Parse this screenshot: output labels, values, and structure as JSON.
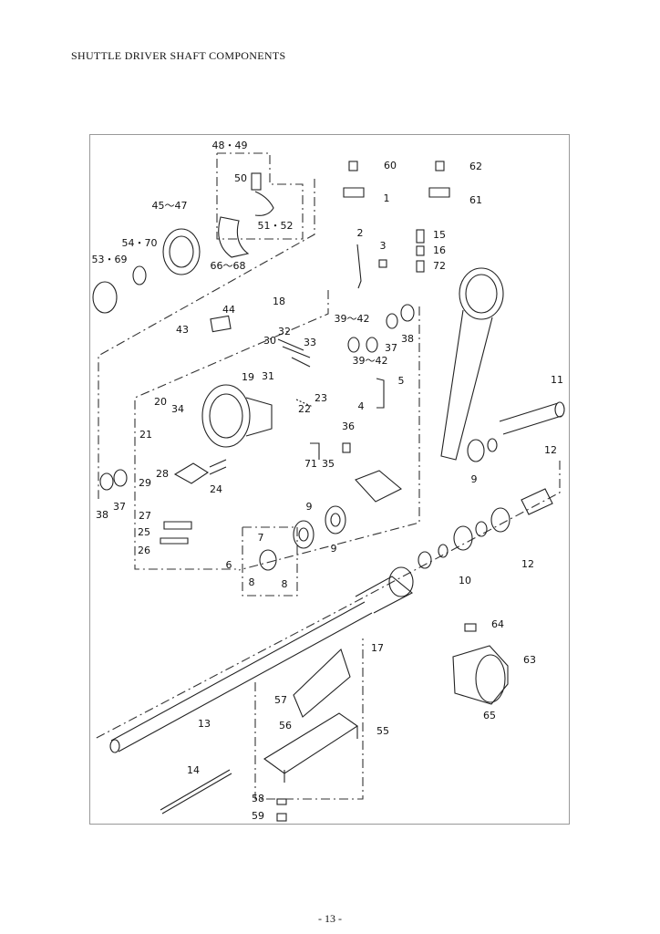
{
  "page": {
    "title": "SHUTTLE DRIVER SHAFT COMPONENTS",
    "page_number": "- 13 -"
  },
  "callouts": [
    "48・49",
    "50",
    "51・52",
    "45～47",
    "54・70",
    "53・69",
    "66～68",
    "60",
    "1",
    "62",
    "61",
    "2",
    "3",
    "15",
    "16",
    "72",
    "44",
    "18",
    "43",
    "32",
    "30",
    "33",
    "31",
    "39～42",
    "37",
    "38",
    "39～42",
    "5",
    "4",
    "19",
    "20",
    "34",
    "21",
    "23",
    "22",
    "36",
    "71",
    "35",
    "11",
    "12",
    "29",
    "28",
    "24",
    "38",
    "37",
    "27",
    "25",
    "26",
    "9",
    "9",
    "9",
    "7",
    "6",
    "8",
    "8",
    "12",
    "10",
    "64",
    "17",
    "63",
    "65",
    "13",
    "57",
    "56",
    "55",
    "14",
    "58",
    "59"
  ]
}
